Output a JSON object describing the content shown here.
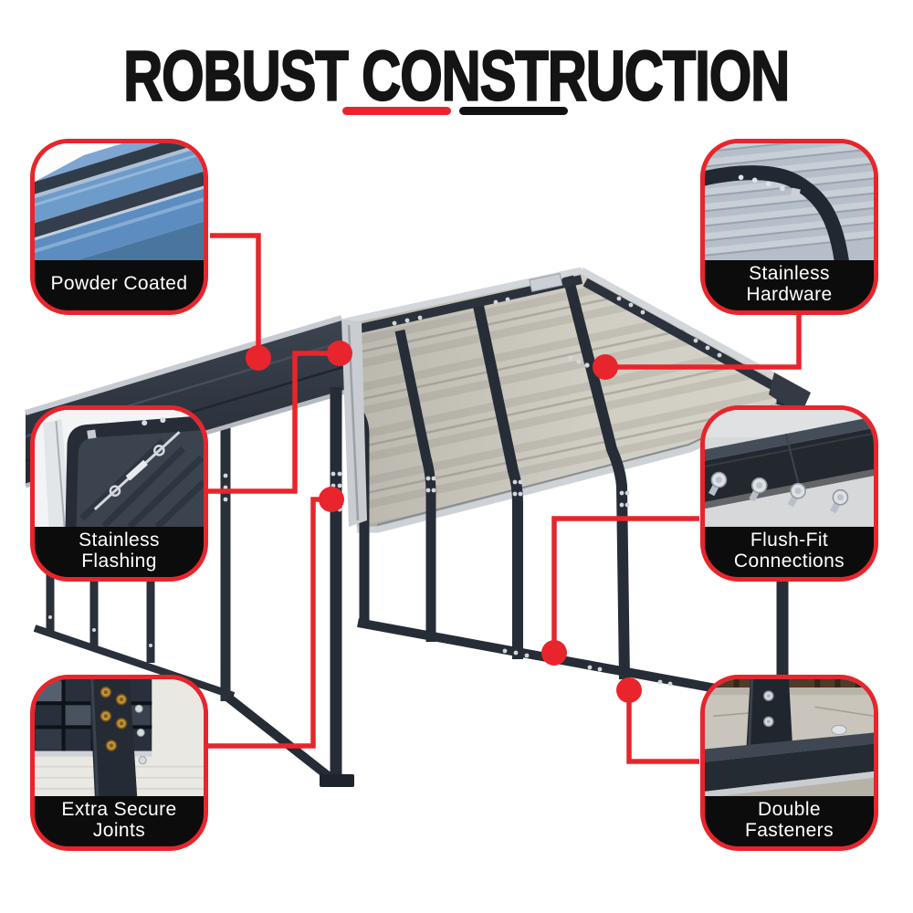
{
  "title": "ROBUST CONSTRUCTION",
  "divider": {
    "red_color": "#e8252c",
    "black_color": "#111111"
  },
  "colors": {
    "accent_red": "#e8252c",
    "label_bg": "#0c0c0c",
    "label_text": "#ffffff",
    "title_text": "#141414"
  },
  "callouts": [
    {
      "id": "powder-coated",
      "line1": "Powder Coated",
      "line2": ""
    },
    {
      "id": "stainless-hardware",
      "line1": "Stainless",
      "line2": "Hardware"
    },
    {
      "id": "stainless-flashing",
      "line1": "Stainless",
      "line2": "Flashing"
    },
    {
      "id": "flush-fit-connections",
      "line1": "Flush-Fit",
      "line2": "Connections"
    },
    {
      "id": "extra-secure-joints",
      "line1": "Extra Secure",
      "line2": "Joints"
    },
    {
      "id": "double-fasteners",
      "line1": "Double",
      "line2": "Fasteners"
    }
  ]
}
